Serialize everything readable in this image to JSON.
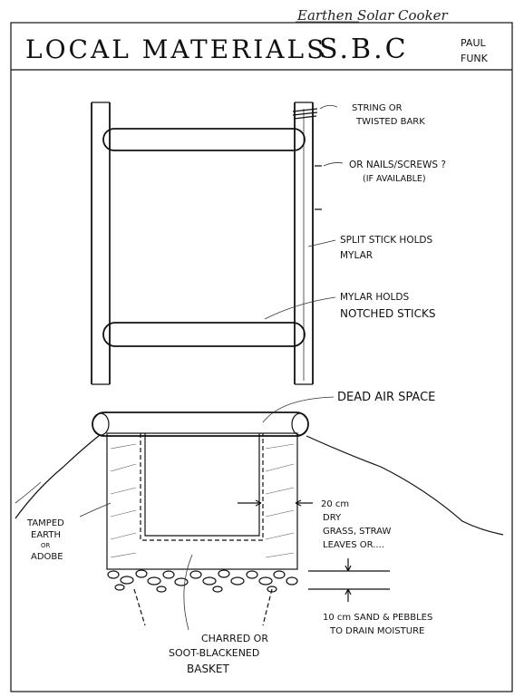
{
  "header": {
    "subtitle_script": "Earthen Solar Cooker",
    "title": "LOCAL MATERIALS",
    "title_abbrev": "S.B.C",
    "author_first": "PAUL",
    "author_last": "FUNK"
  },
  "frame_labels": {
    "string_1": "STRING OR",
    "string_2": "TWISTED BARK",
    "nails_1": "OR NAILS/SCREWS ?",
    "nails_2": "(IF AVAILABLE)",
    "split_1": "SPLIT STICK HOLDS",
    "split_2": "MYLAR",
    "mylar_1": "MYLAR HOLDS",
    "mylar_2": "NOTCHED STICKS"
  },
  "section_labels": {
    "dead_air": "DEAD AIR SPACE",
    "tamped_1": "TAMPED",
    "tamped_2": "EARTH",
    "tamped_3": "OR",
    "tamped_4": "ADOBE",
    "dry_1": "20 cm",
    "dry_2": "DRY",
    "dry_3": "GRASS, STRAW",
    "dry_4": "LEAVES OR....",
    "sand_1": "10 cm SAND & PEBBLES",
    "sand_2": "TO DRAIN MOISTURE",
    "basket_1": "CHARRED OR",
    "basket_2": "SOOT-BLACKENED",
    "basket_3": "BASKET"
  }
}
